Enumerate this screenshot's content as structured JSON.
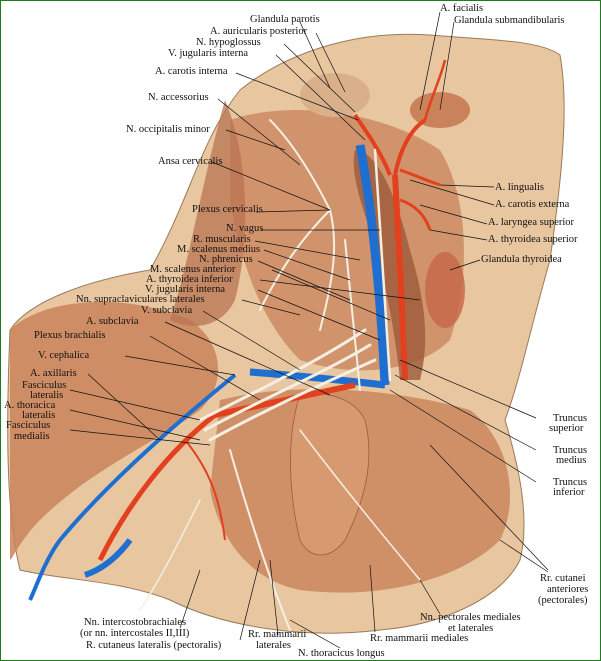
{
  "labels": {
    "glandula_parotis": "Glandula parotis",
    "a_auricularis_posterior": "A. auricularis posterior",
    "n_hypoglossus": "N. hypoglossus",
    "v_jugularis_interna_top": "V. jugularis interna",
    "a_carotis_interna": "A. carotis interna",
    "n_accessorius": "N. accessorius",
    "n_occipitalis_minor": "N. occipitalis minor",
    "ansa_cervicalis": "Ansa cervicalis",
    "plexus_cervicalis": "Plexus cervicalis",
    "n_vagus": "N. vagus",
    "r_muscularis": "R. muscularis",
    "m_scalenus_medius": "M. scalenus medius",
    "n_phrenicus": "N. phrenicus",
    "m_scalenus_anterior": "M. scalenus anterior",
    "a_thyroidea_inferior": "A. thyroidea inferior",
    "v_jugularis_interna_lower": "V. jugularis  interna",
    "nn_supraclaviculares_laterales": "Nn. supraclaviculares laterales",
    "v_subclavia": "V. subclavia",
    "a_subclavia": "A. subclavia",
    "plexus_brachialis": "Plexus brachialis",
    "v_cephalica": "V. cephalica",
    "a_axillaris": "A. axillaris",
    "fasciculus_lateralis_1": "Fasciculus",
    "fasciculus_lateralis_2": "lateralis",
    "a_thoracica_lateralis_1": "A. thoracica",
    "a_thoracica_lateralis_2": "lateralis",
    "fasciculus_medialis_1": "Fasciculus",
    "fasciculus_medialis_2": "medialis",
    "a_facialis": "A. facialis",
    "glandula_submandibularis": "Glandula submandibularis",
    "a_lingualis": "A. lingualis",
    "a_carotis_externa": "A. carotis externa",
    "a_laryngea_superior": "A. laryngea superior",
    "a_thyroidea_superior": "A. thyroidea superior",
    "glandula_thyroidea": "Glandula thyroidea",
    "truncus_superior_1": "Truncus",
    "truncus_superior_2": "superior",
    "truncus_medius_1": "Truncus",
    "truncus_medius_2": "medius",
    "truncus_inferior_1": "Truncus",
    "truncus_inferior_2": "inferior",
    "rr_cutanei_1": "Rr. cutanei",
    "rr_cutanei_2": "anteriores",
    "rr_cutanei_3": "(pectorales)",
    "nn_pectorales_1": "Nn. pectorales mediales",
    "nn_pectorales_2": "et laterales",
    "rr_mammarii_mediales": "Rr. mammarii mediales",
    "nn_intercostobrachiales_1": "Nn. intercostobrachiales",
    "nn_intercostobrachiales_2": "(or nn. intercostales II,III)",
    "r_cutaneus_lateralis": "R. cutaneus lateralis (pectoralis)",
    "rr_mammarii_laterales_1": "Rr. mammarii",
    "rr_mammarii_laterales_2": "laterales",
    "n_thoracicus_longus": "N. thoracicus longus"
  },
  "colors": {
    "frame": "#1f7a1f",
    "muscle": "#c9825a",
    "muscle_dark": "#9c5a3a",
    "skin": "#e7c6a0",
    "artery": "#e2401e",
    "vein": "#1e6fd0",
    "nerve": "#f4efe2",
    "label_line": "#111111"
  }
}
